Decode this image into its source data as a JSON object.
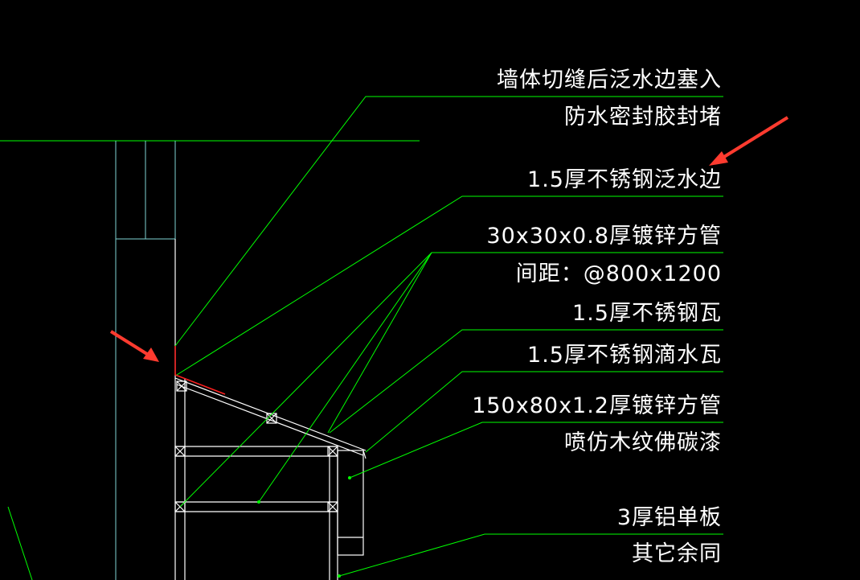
{
  "drawing": {
    "colors": {
      "background": "#000000",
      "leader": "#00ff00",
      "structure": "#ffffff",
      "wall_fill": "#7fd3d3",
      "flashing": "#ff2020",
      "marker": "#ff3b2f"
    },
    "annotations": [
      {
        "lines": [
          "墙体切缝后泛水边塞入",
          "防水密封胶封堵"
        ]
      },
      {
        "lines": [
          "1.5厚不锈钢泛水边"
        ]
      },
      {
        "lines": [
          "30x30x0.8厚镀锌方管",
          "间距：@800x1200"
        ]
      },
      {
        "lines": [
          "1.5厚不锈钢瓦"
        ]
      },
      {
        "lines": [
          "1.5厚不锈钢滴水瓦"
        ]
      },
      {
        "lines": [
          "150x80x1.2厚镀锌方管",
          "喷仿木纹佛碳漆"
        ]
      },
      {
        "lines": [
          "3厚铝单板",
          "其它余同"
        ]
      }
    ],
    "markers": [
      "red-arrow-icon",
      "red-arrow-icon"
    ]
  }
}
